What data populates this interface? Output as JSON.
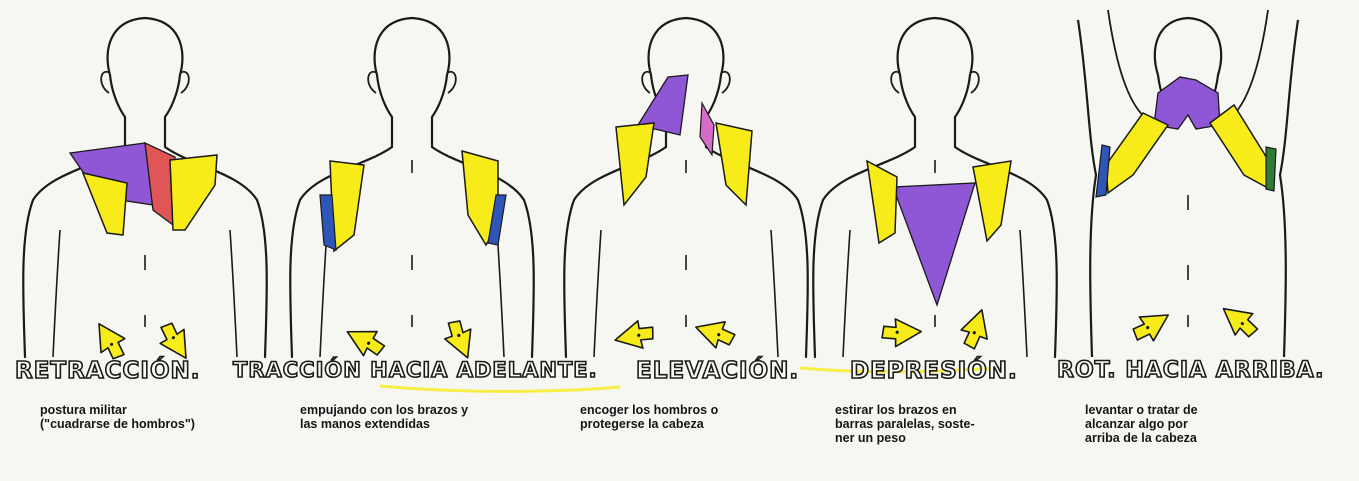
{
  "colors": {
    "yellow": "#f7ec1a",
    "purple": "#8f56d6",
    "red": "#e05656",
    "blue": "#2e56b8",
    "pink": "#d66bc8",
    "green": "#2f7a36",
    "ink": "#1a1a1a"
  },
  "panels": [
    {
      "title": "RETRACCIÓN.",
      "description": "postura militar\n(\"cuadrarse de hombros\")"
    },
    {
      "title": "TRACCIÓN HACIA ADELANTE.",
      "description": "empujando con los brazos y\nlas manos extendidas"
    },
    {
      "title": "ELEVACIÓN.",
      "description": "encoger los hombros o\nprotegerse la cabeza"
    },
    {
      "title": "DEPRESIÓN.",
      "description": "estirar los brazos en\nbarras paralelas, soste-\nner un peso"
    },
    {
      "title": "ROT. HACIA ARRIBA.",
      "description": "levantar o tratar de\nalcanzar algo por\narriba de la cabeza"
    }
  ]
}
